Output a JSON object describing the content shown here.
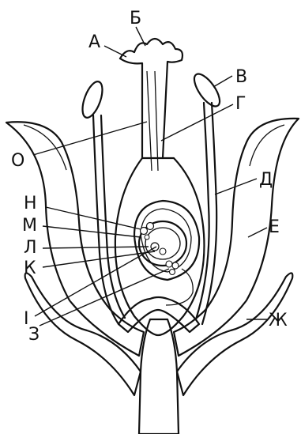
{
  "labels": {
    "A": "А",
    "B": "Б",
    "V": "В",
    "G": "Г",
    "O": "О",
    "D": "Д",
    "N": "Н",
    "M": "М",
    "L": "Л",
    "K": "К",
    "E": "Е",
    "I": "І",
    "Z": "З",
    "Zh": "Ж"
  },
  "colors": {
    "ink": "#111111",
    "paper": "#ffffff",
    "stipple": "#9a9a9a"
  }
}
